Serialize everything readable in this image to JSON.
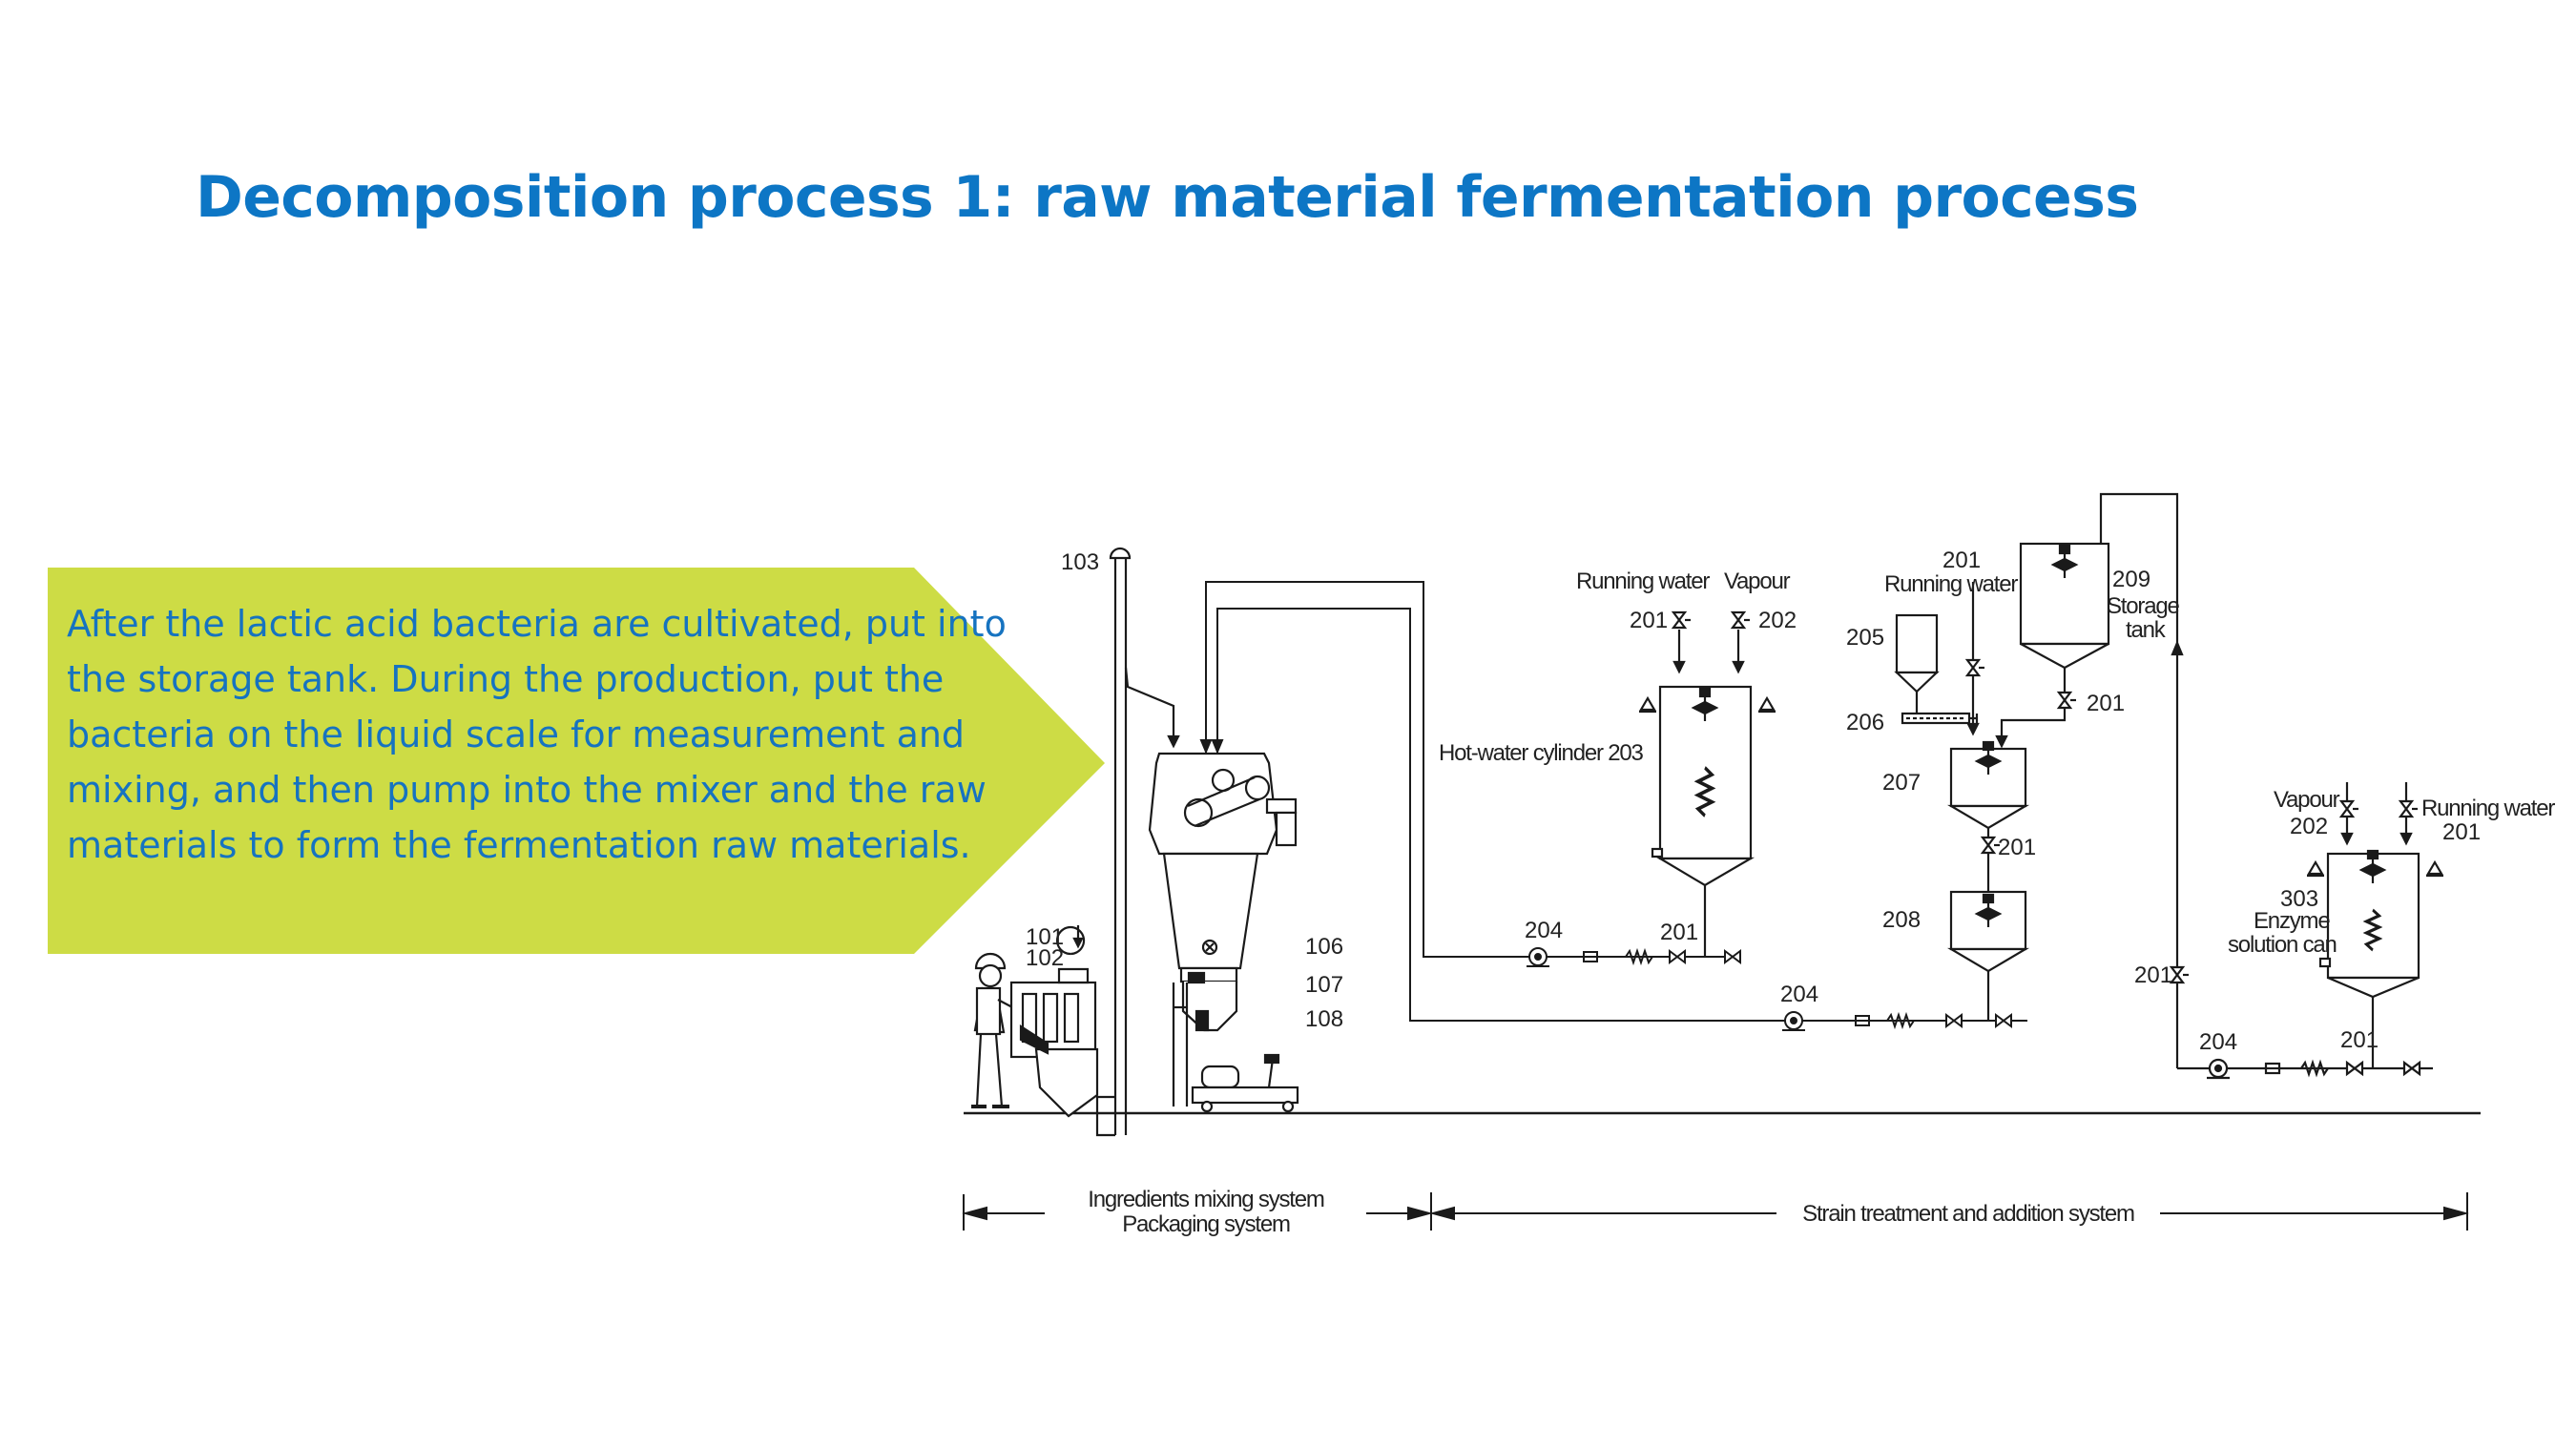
{
  "title": "Decomposition process 1: raw material fermentation process",
  "callout": {
    "text": "After the lactic acid bacteria are cultivated, put into the storage tank. During the production, put the bacteria on the liquid scale for measurement and mixing, and then pump into the mixer and the raw materials to form the fermentation raw materials.",
    "color": "#cddc45"
  },
  "diagram": {
    "numbers": {
      "n101": "101",
      "n102": "102",
      "n103": "103",
      "n106": "106",
      "n107": "107",
      "n108": "108",
      "n201": "201",
      "n202": "202",
      "n203": "203",
      "n204": "204",
      "n205": "205",
      "n206": "206",
      "n207": "207",
      "n208": "208",
      "n209": "209",
      "n303": "303"
    },
    "labels": {
      "running_water": "Running water",
      "vapour": "Vapour",
      "hot_water_cylinder": "Hot-water cylinder 203",
      "storage": "Storage",
      "tank": "tank",
      "enzyme": "Enzyme",
      "solution_can": "solution can"
    },
    "systems": {
      "left_line1": "Ingredients mixing system",
      "left_line2": "Packaging system",
      "right": "Strain treatment and addition system"
    }
  }
}
